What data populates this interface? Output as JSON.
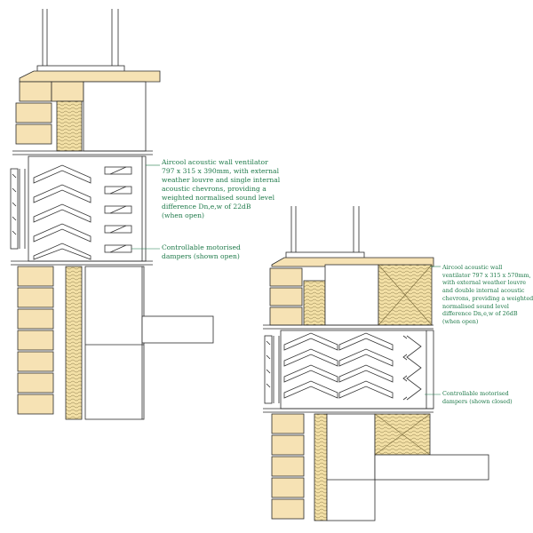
{
  "colors": {
    "brick": "#f6e2b4",
    "insulation": "#f3e0a6",
    "line": "#2a2a2a",
    "annotation": "#1f7a4a",
    "frame": "#555555"
  },
  "detail_left": {
    "ventilator_note": [
      "Aircool acoustic wall ventilator",
      "797 x 315 x 390mm, with external",
      "weather louvre and single internal",
      "acoustic chevrons, providing a",
      "weighted normalised sound level",
      "difference Dn,e,w of 22dB",
      "(when open)"
    ],
    "damper_note": [
      "Controllable motorised",
      "dampers (shown open)"
    ]
  },
  "detail_right": {
    "ventilator_note": [
      "Aircool acoustic wall",
      "ventilator 797 x 315 x 570mm,",
      "with external weather louvre",
      "and double internal acoustic",
      "chevrons, providing a weighted",
      "normalised sound level",
      "difference Dn,e,w of 26dB",
      "(when open)"
    ],
    "damper_note": [
      "Controllable motorised",
      "dampers (shown closed)"
    ]
  }
}
